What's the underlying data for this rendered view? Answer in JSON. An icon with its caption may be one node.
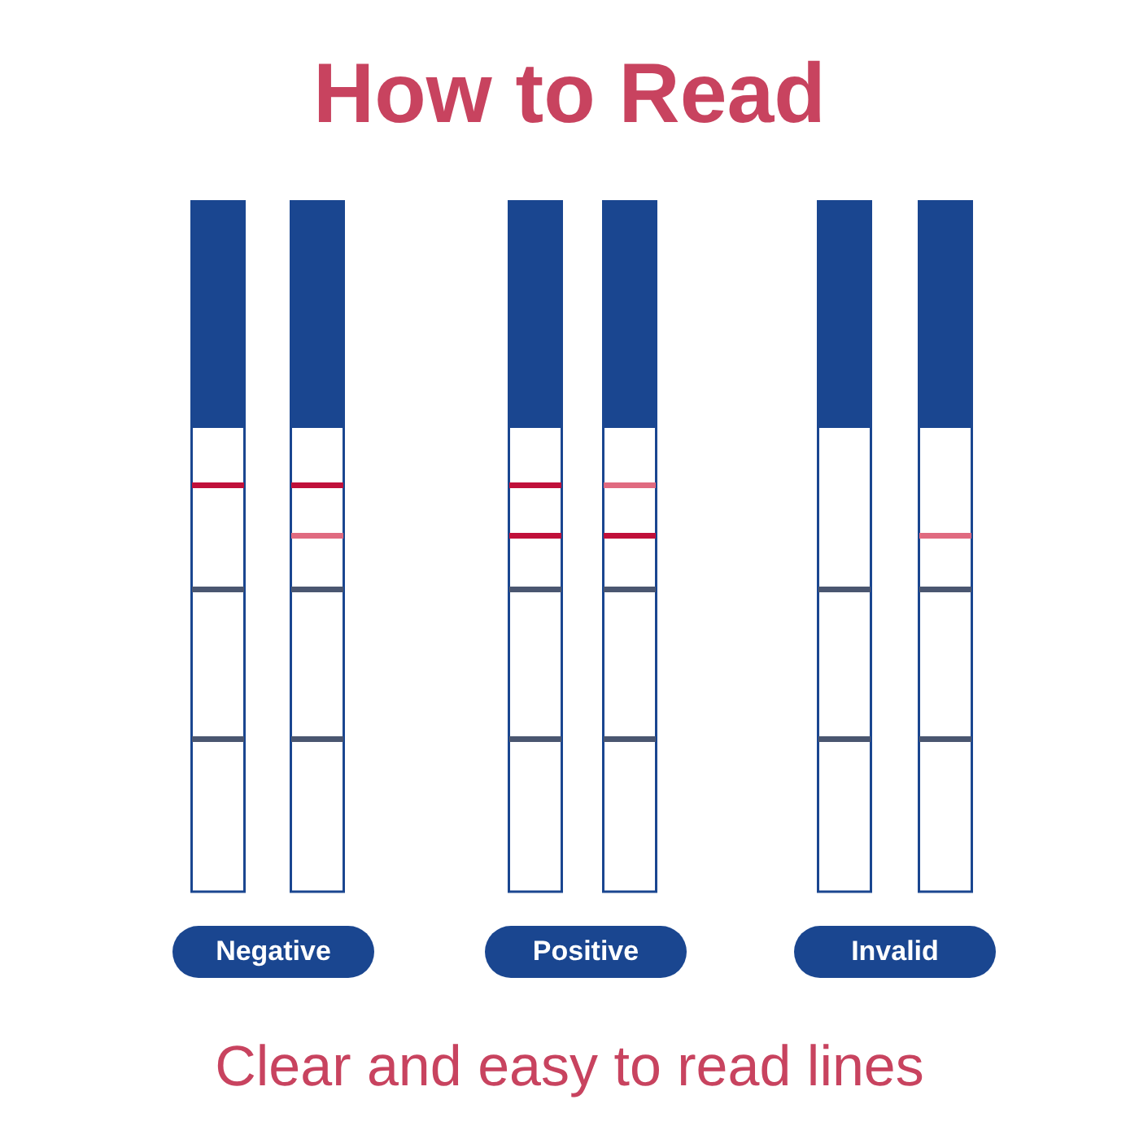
{
  "diagram": {
    "title": "How to Read",
    "caption": "Clear and easy to read lines",
    "nodes": [
      {
        "text": [
          "Negative"
        ]
      },
      {
        "text": [
          "Positive"
        ]
      },
      {
        "text": [
          "Invalid"
        ]
      }
    ]
  }
}
